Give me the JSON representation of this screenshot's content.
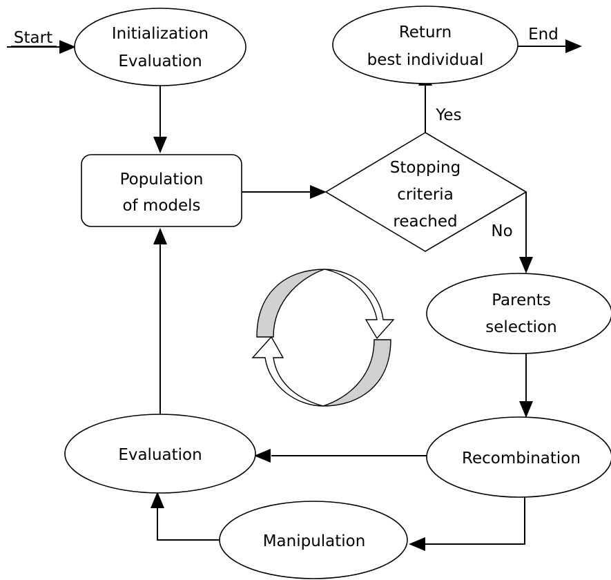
{
  "colors": {
    "stroke": "#000000",
    "node_fill": "#ffffff",
    "cycle_fill": "#d0d0d0"
  },
  "labels": {
    "start": "Start",
    "end": "End",
    "yes": "Yes",
    "no": "No"
  },
  "nodes": {
    "initialization": {
      "line1": "Initialization",
      "line2": "Evaluation"
    },
    "return_best": {
      "line1": "Return",
      "line2": "best individual"
    },
    "population": {
      "line1": "Population",
      "line2": "of models"
    },
    "stopping": {
      "line1": "Stopping",
      "line2": "criteria",
      "line3": "reached"
    },
    "parents_selection": {
      "line1": "Parents",
      "line2": "selection"
    },
    "recombination": {
      "label": "Recombination"
    },
    "evaluation": {
      "label": "Evaluation"
    },
    "manipulation": {
      "label": "Manipulation"
    }
  },
  "icons": {
    "cycle": "cycle-arrows-icon"
  }
}
